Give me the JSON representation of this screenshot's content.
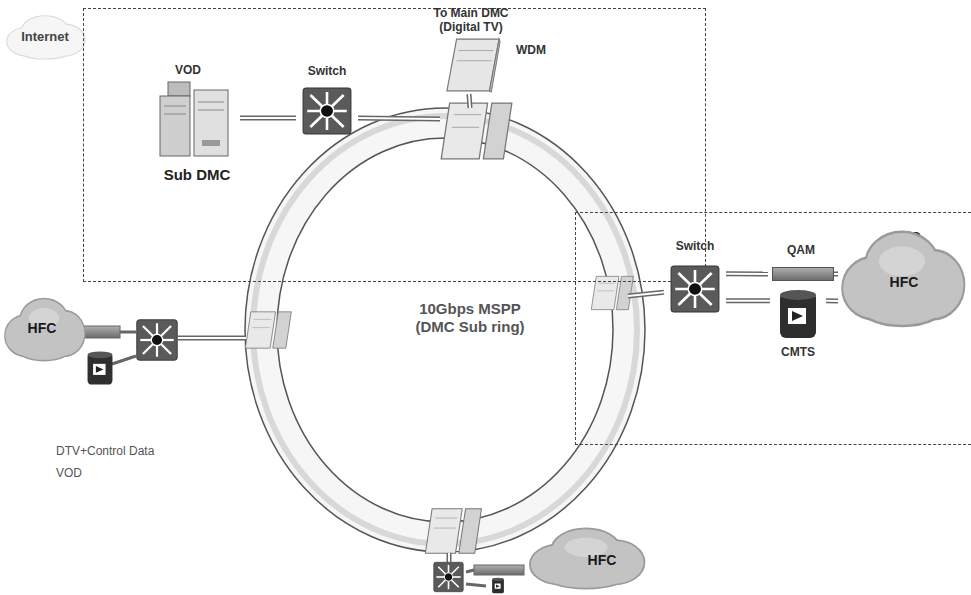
{
  "diagram": {
    "nodes": [
      {
        "text": [
          "Internet"
        ]
      },
      {
        "text": [
          "Sub DMC"
        ]
      },
      {
        "text": [
          "VOD"
        ],
        "in": 1
      },
      {
        "text": [
          "Switch"
        ],
        "in": 1
      },
      {
        "text": [
          "To Main DMC (Digital TV)",
          "WDM"
        ],
        "in": 1
      },
      {
        "text": [
          "10Gbps MSPP (DMC Sub ring)"
        ]
      },
      {
        "text": [
          "SO"
        ]
      },
      {
        "text": [
          "Switch"
        ],
        "in": 6
      },
      {
        "text": [
          "QAM"
        ],
        "in": 6
      },
      {
        "text": [
          "CMTS"
        ],
        "in": 6
      },
      {
        "text": [
          "HFC"
        ],
        "in": 6
      },
      {
        "text": [
          "HFC"
        ]
      },
      {
        "text": [
          "HFC"
        ]
      }
    ],
    "edges": [
      {
        "from": 2,
        "to": 3,
        "arrow": "none"
      },
      {
        "from": 3,
        "to": 5,
        "arrow": "none"
      },
      {
        "from": 4,
        "to": 5,
        "arrow": "none"
      },
      {
        "from": 5,
        "to": 7,
        "arrow": "none"
      },
      {
        "from": 7,
        "to": 8,
        "arrow": "none"
      },
      {
        "from": 7,
        "to": 9,
        "arrow": "none"
      },
      {
        "from": 8,
        "to": 10,
        "arrow": "none"
      },
      {
        "from": 9,
        "to": 10,
        "arrow": "none"
      }
    ],
    "labels": [
      "DTV+Control Data",
      "VOD"
    ]
  }
}
